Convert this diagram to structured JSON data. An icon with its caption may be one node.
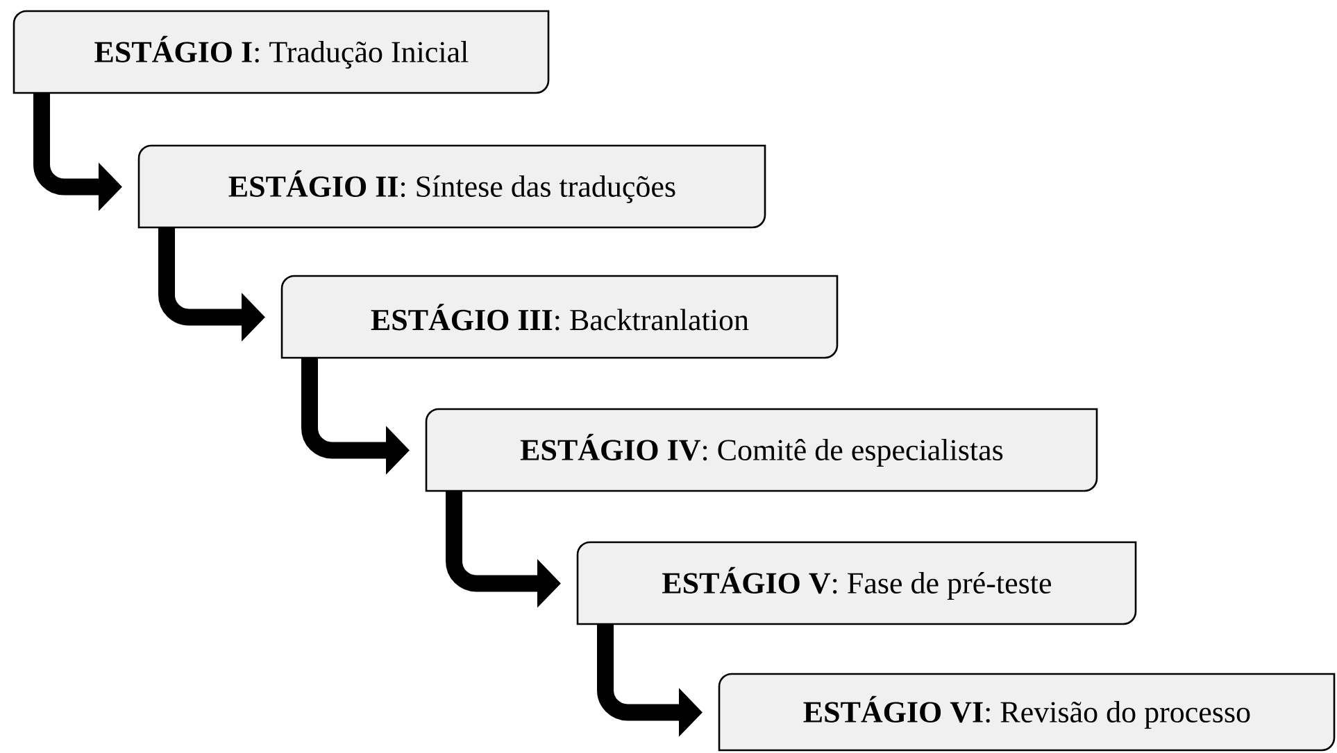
{
  "diagram": {
    "nodes": [
      {
        "text": [
          "**ESTÁGIO I**: Tradução Inicial"
        ]
      },
      {
        "text": [
          "**ESTÁGIO II**: Síntese das traduções"
        ]
      },
      {
        "text": [
          "**ESTÁGIO III**: Backtranlation"
        ]
      },
      {
        "text": [
          "**ESTÁGIO IV**: Comitê de especialistas"
        ]
      },
      {
        "text": [
          "**ESTÁGIO V**: Fase de pré-teste"
        ]
      },
      {
        "text": [
          "**ESTÁGIO VI**: Revisão do processo"
        ]
      }
    ],
    "edges": [
      {
        "from": 0,
        "to": 1,
        "arrow": "to"
      },
      {
        "from": 1,
        "to": 2,
        "arrow": "to"
      },
      {
        "from": 2,
        "to": 3,
        "arrow": "to"
      },
      {
        "from": 3,
        "to": 4,
        "arrow": "to"
      },
      {
        "from": 4,
        "to": 5,
        "arrow": "to"
      }
    ]
  }
}
